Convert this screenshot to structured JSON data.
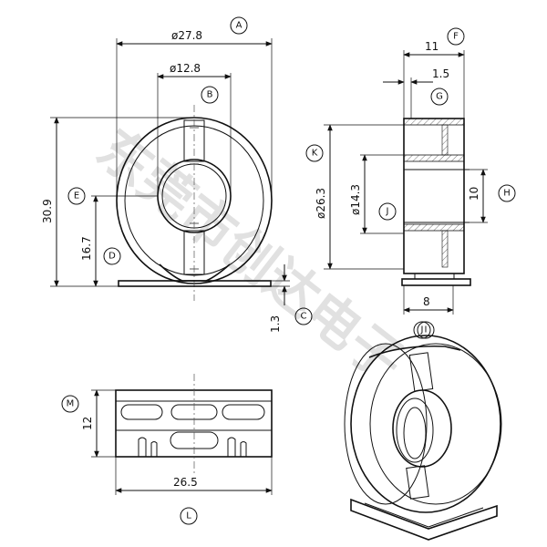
{
  "dimensions": {
    "outer_diameter": "ø27.8",
    "inner_diameter": "ø12.8",
    "total_height": "30.9",
    "center_height": "16.7",
    "base_thickness": "1.3",
    "base_length": "26.5",
    "base_width": "12",
    "side_width": "11",
    "flange_thickness": "1.5",
    "flange_diameter": "ø26.3",
    "bore_diameter": "ø14.3",
    "window_height": "10",
    "base_depth": "8"
  },
  "callouts": {
    "A": "A",
    "B": "B",
    "C": "C",
    "D": "D",
    "E": "E",
    "F": "F",
    "G": "G",
    "H": "H",
    "I": "I",
    "J": "J",
    "K": "K",
    "L": "L",
    "M": "M"
  },
  "watermark": "东莞市创达电子"
}
